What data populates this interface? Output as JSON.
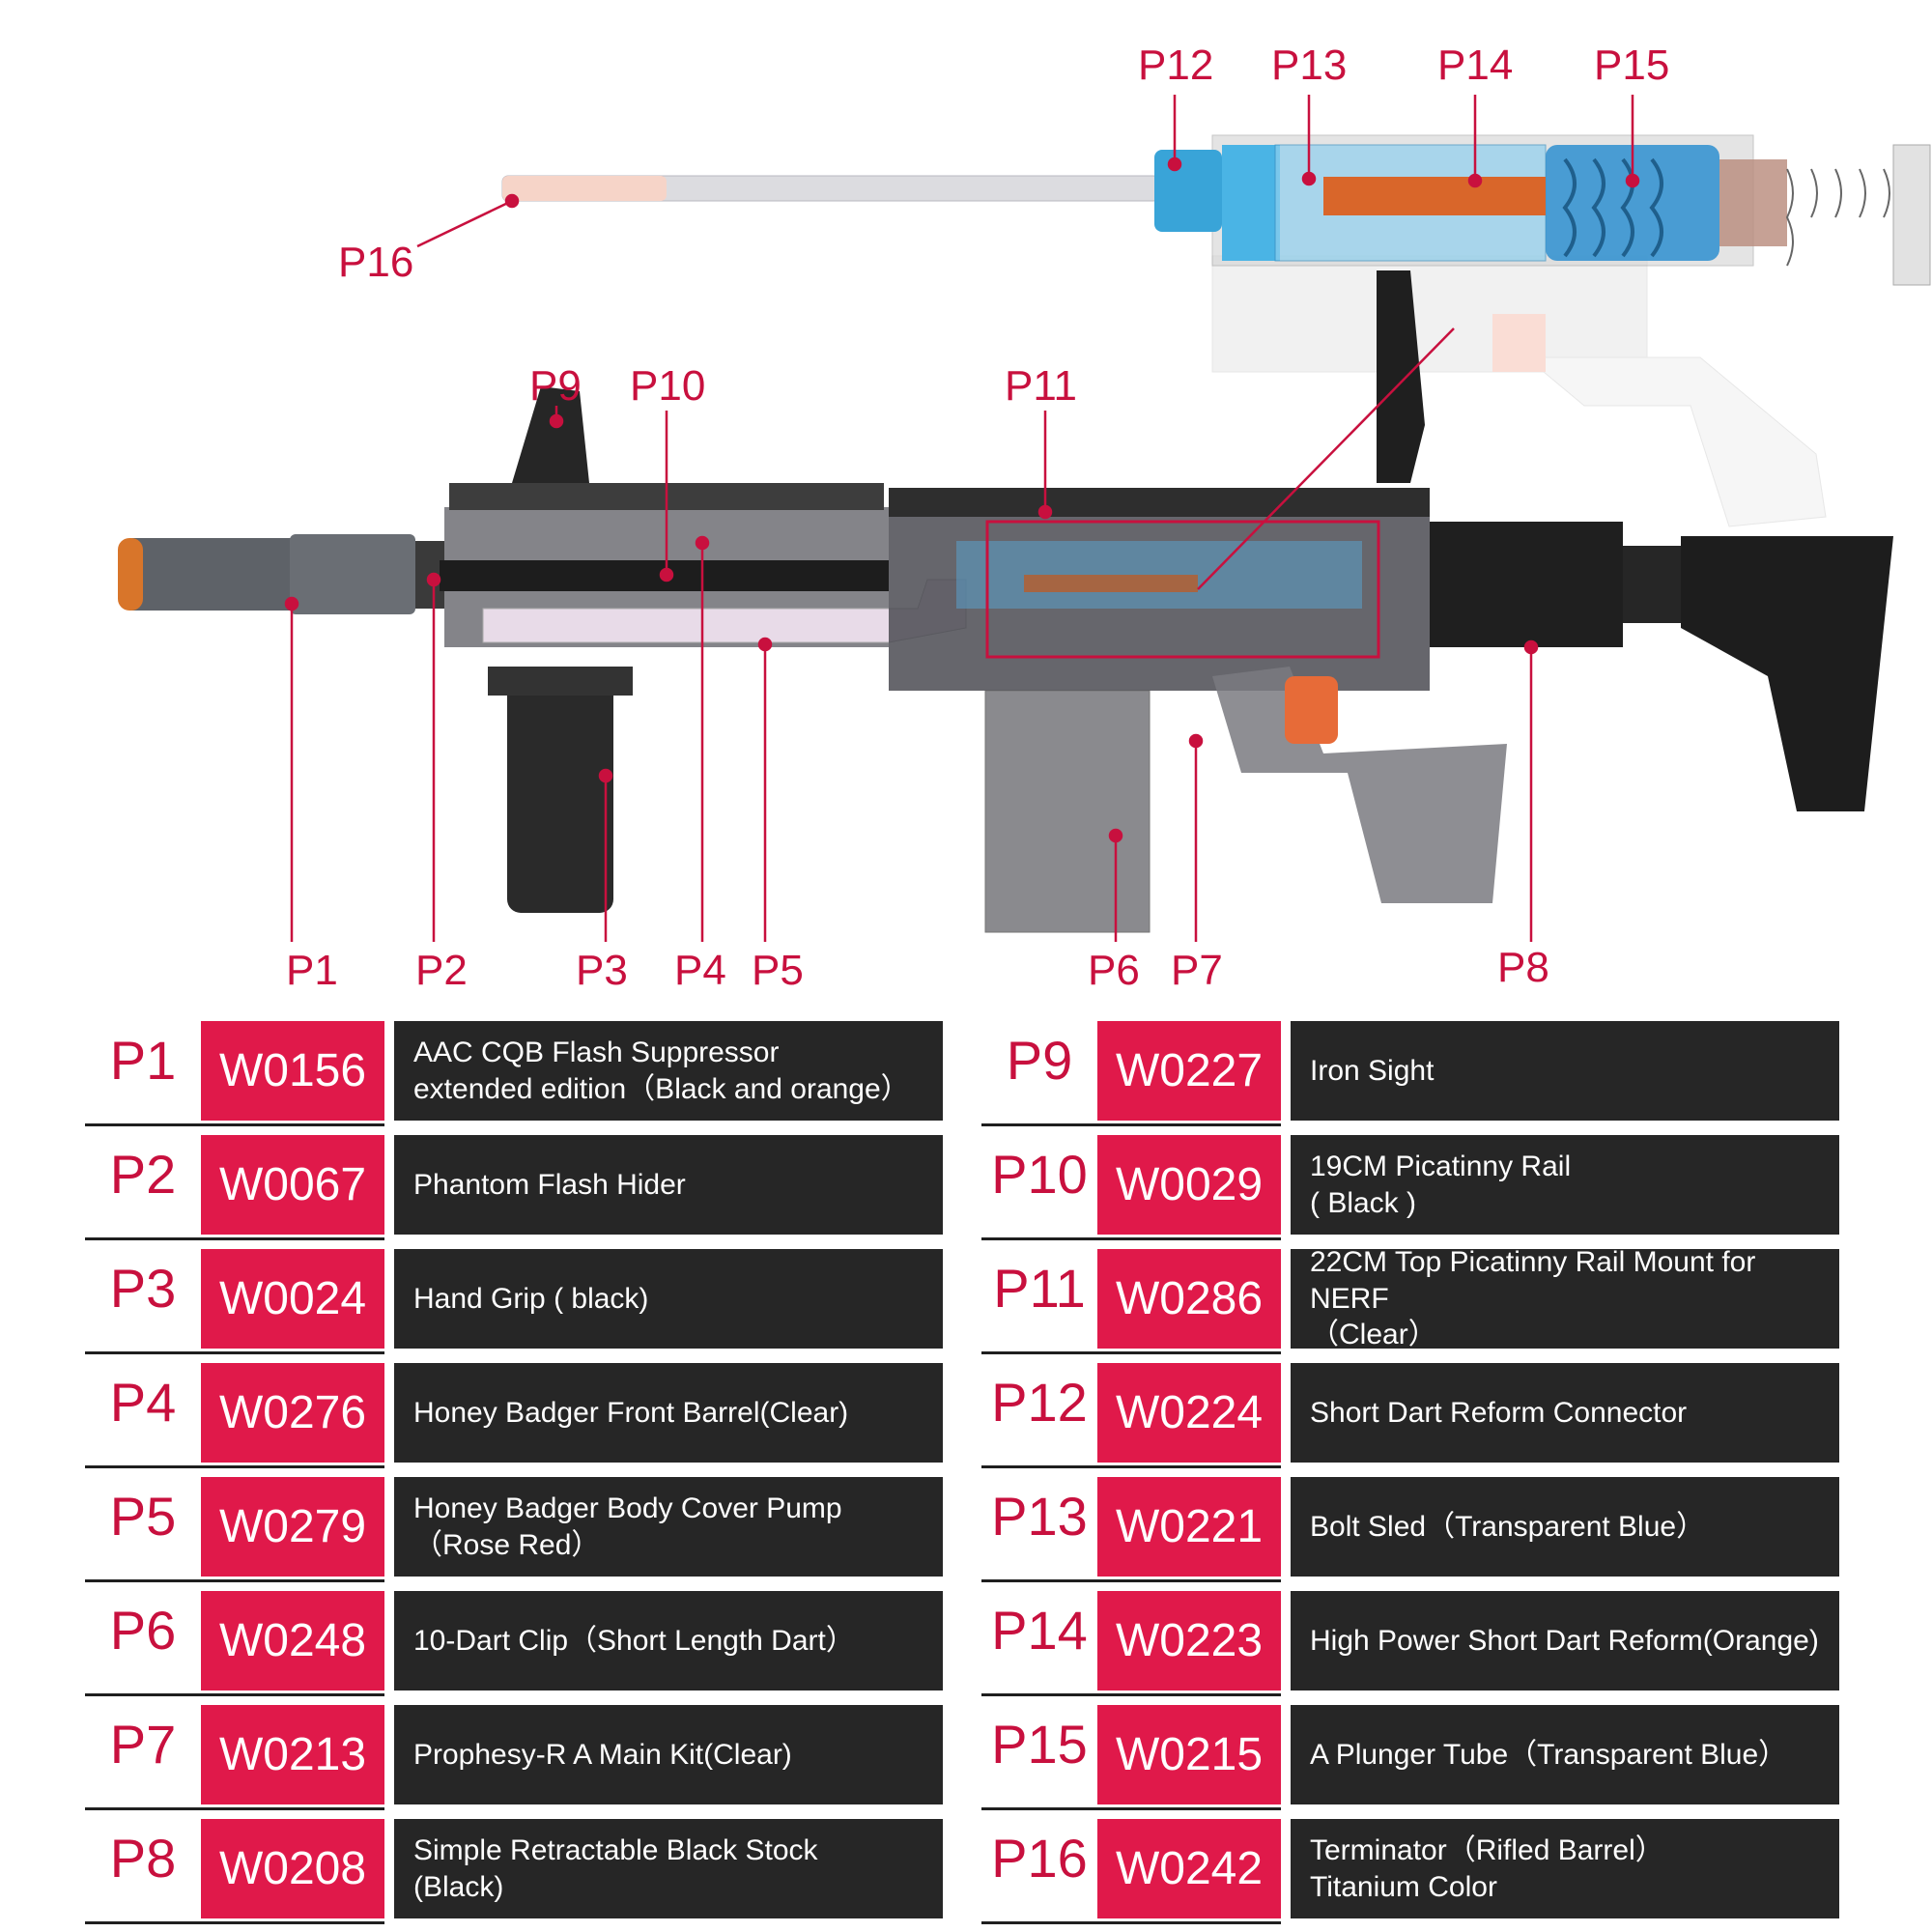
{
  "callouts": {
    "p1": "P1",
    "p2": "P2",
    "p3": "P3",
    "p4": "P4",
    "p5": "P5",
    "p6": "P6",
    "p7": "P7",
    "p8": "P8",
    "p9": "P9",
    "p10": "P10",
    "p11": "P11",
    "p12": "P12",
    "p13": "P13",
    "p14": "P14",
    "p15": "P15",
    "p16": "P16"
  },
  "parts": [
    {
      "num": "P1",
      "code": "W0156",
      "desc_line1": "AAC CQB Flash Suppressor",
      "desc_line2": "extended edition（Black and orange）"
    },
    {
      "num": "P2",
      "code": "W0067",
      "desc_line1": "Phantom Flash Hider",
      "desc_line2": ""
    },
    {
      "num": "P3",
      "code": "W0024",
      "desc_line1": "Hand Grip ( black)",
      "desc_line2": ""
    },
    {
      "num": "P4",
      "code": "W0276",
      "desc_line1": "Honey Badger Front Barrel(Clear)",
      "desc_line2": ""
    },
    {
      "num": "P5",
      "code": "W0279",
      "desc_line1": "Honey Badger Body Cover Pump",
      "desc_line2": "（Rose Red）"
    },
    {
      "num": "P6",
      "code": "W0248",
      "desc_line1": "10-Dart Clip（Short Length Dart）",
      "desc_line2": ""
    },
    {
      "num": "P7",
      "code": "W0213",
      "desc_line1": "Prophesy-R A Main Kit(Clear)",
      "desc_line2": ""
    },
    {
      "num": "P8",
      "code": "W0208",
      "desc_line1": "Simple Retractable Black Stock",
      "desc_line2": "(Black)"
    },
    {
      "num": "P9",
      "code": "W0227",
      "desc_line1": "Iron Sight",
      "desc_line2": ""
    },
    {
      "num": "P10",
      "code": "W0029",
      "desc_line1": "19CM Picatinny Rail",
      "desc_line2": "( Black )"
    },
    {
      "num": "P11",
      "code": "W0286",
      "desc_line1": "22CM Top Picatinny Rail Mount for NERF",
      "desc_line2": "（Clear）"
    },
    {
      "num": "P12",
      "code": "W0224",
      "desc_line1": "Short Dart Reform Connector",
      "desc_line2": ""
    },
    {
      "num": "P13",
      "code": "W0221",
      "desc_line1": "Bolt Sled（Transparent Blue）",
      "desc_line2": ""
    },
    {
      "num": "P14",
      "code": "W0223",
      "desc_line1": "High Power Short Dart Reform(Orange)",
      "desc_line2": ""
    },
    {
      "num": "P15",
      "code": "W0215",
      "desc_line1": "A Plunger Tube（Transparent Blue）",
      "desc_line2": ""
    },
    {
      "num": "P16",
      "code": "W0242",
      "desc_line1": "Terminator（Rifled Barrel）",
      "desc_line2": "Titanium Color"
    }
  ],
  "colors": {
    "accent": "#e0194a",
    "label": "#c8103e",
    "desc_bg": "#262626"
  }
}
